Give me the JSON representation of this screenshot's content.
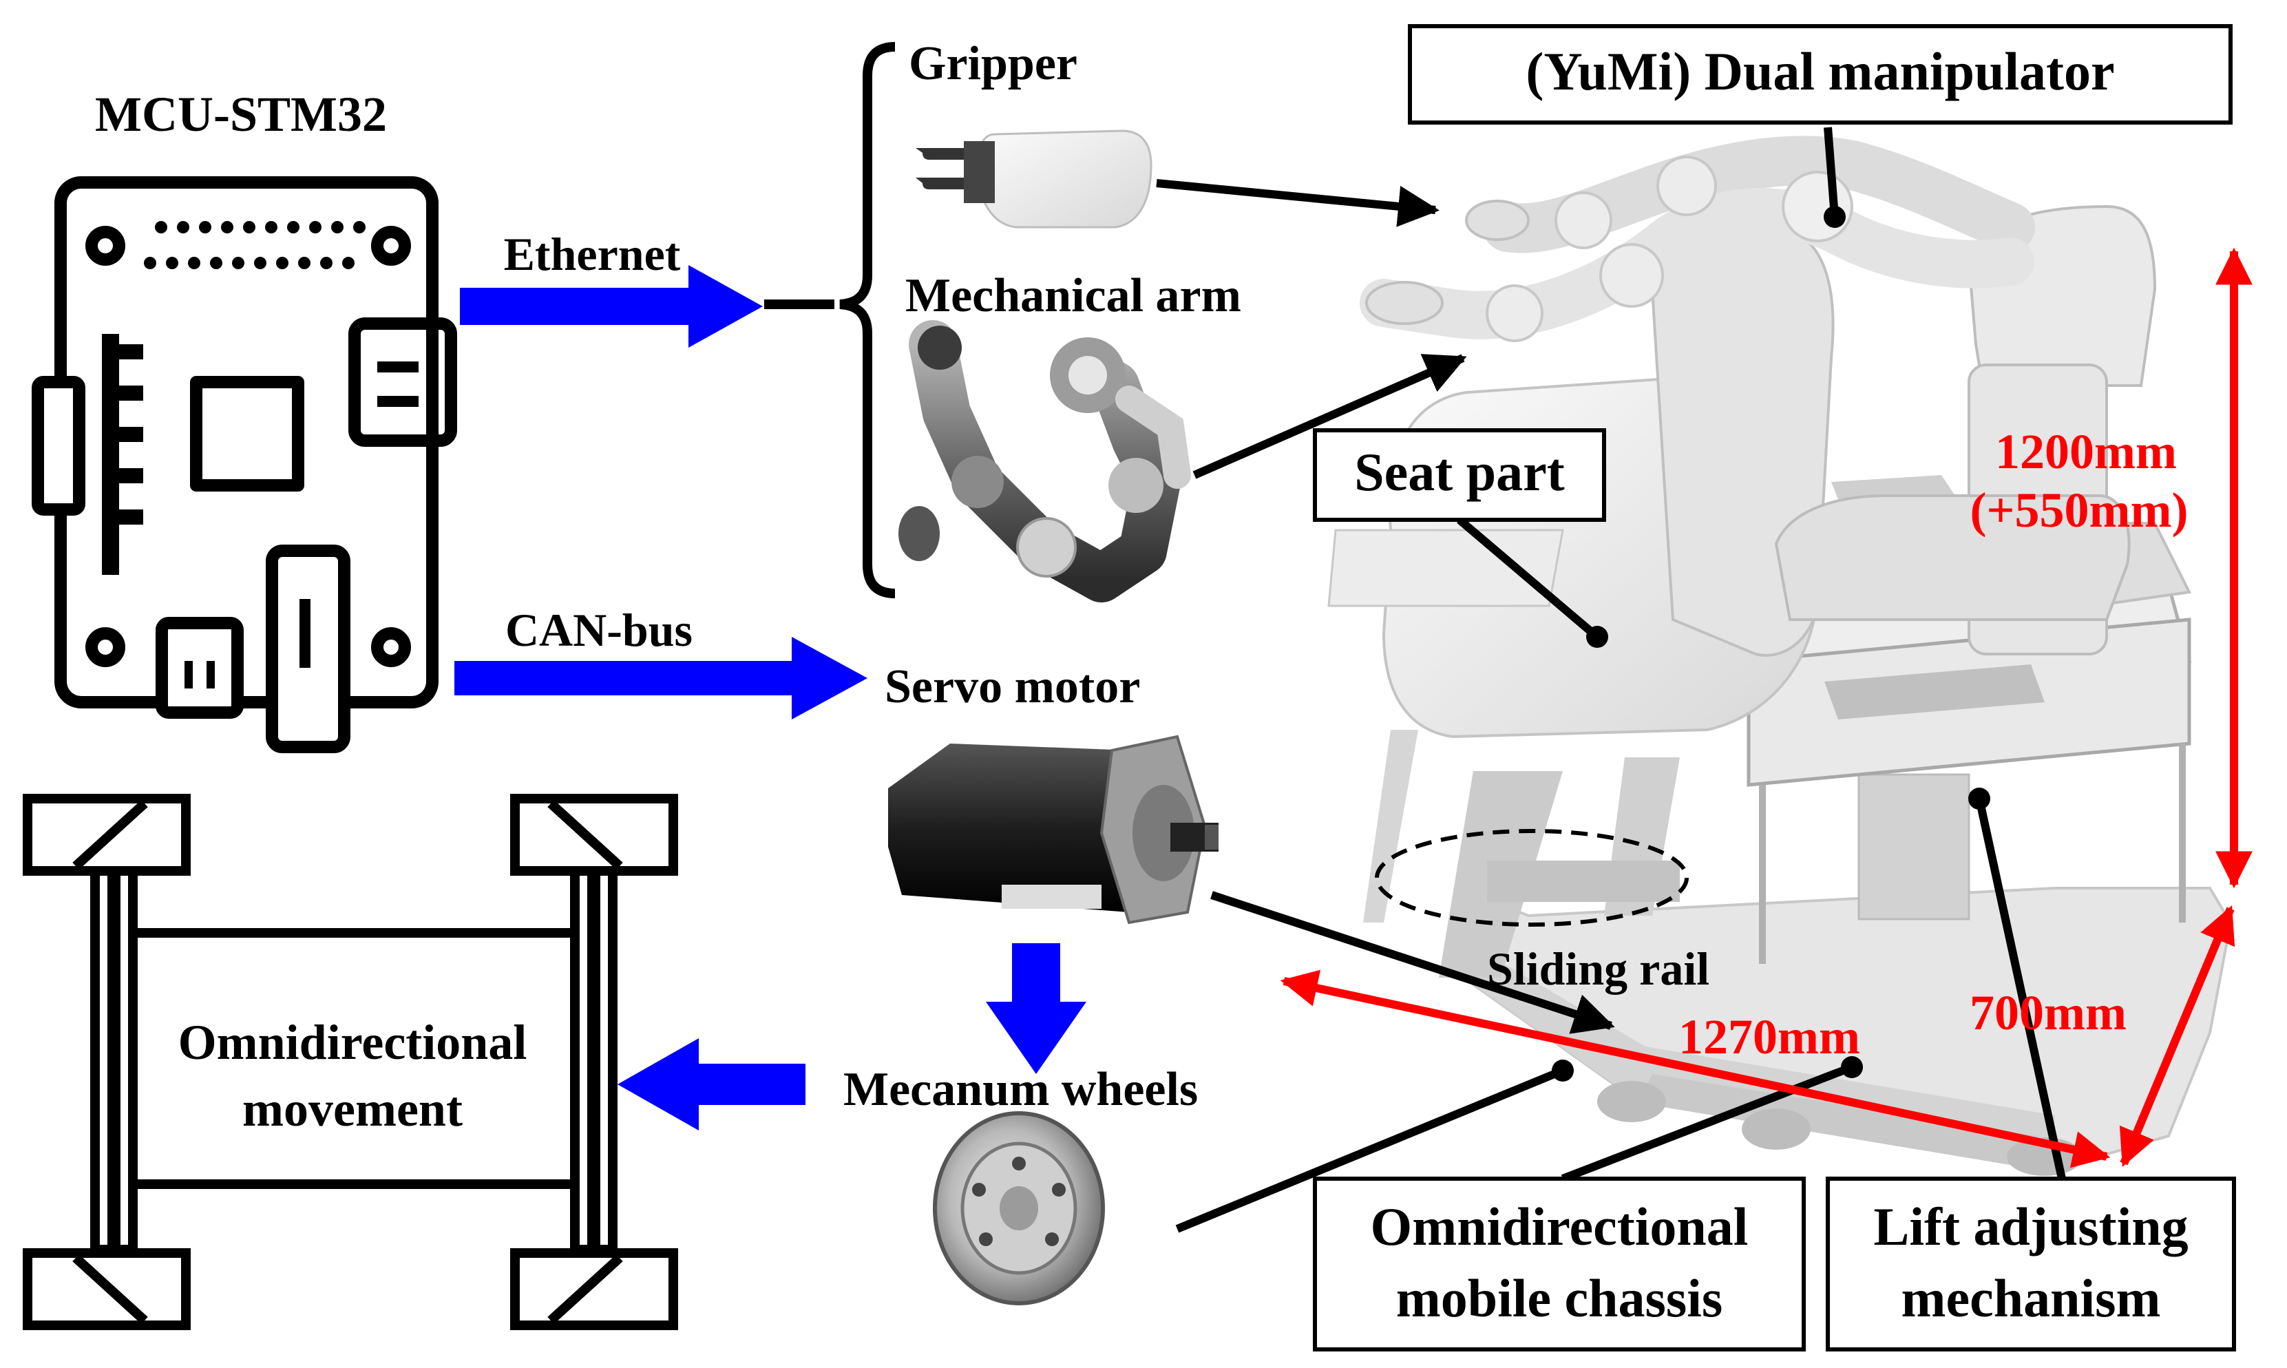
{
  "labels": {
    "mcu": "MCU-STM32",
    "ethernet": "Ethernet",
    "can_bus": "CAN-bus",
    "gripper": "Gripper",
    "mechanical_arm": "Mechanical arm",
    "servo_motor": "Servo motor",
    "mecanum_wheels": "Mecanum wheels",
    "omni_movement_line1": "Omnidirectional",
    "omni_movement_line2": "movement",
    "yumi": "(YuMi) Dual manipulator",
    "seat_part": "Seat part",
    "sliding_rail": "Sliding rail",
    "omni_chassis_line1": "Omnidirectional",
    "omni_chassis_line2": "mobile chassis",
    "lift_line1": "Lift adjusting",
    "lift_line2": "mechanism"
  },
  "dimensions": {
    "height_main": "1200mm",
    "height_extra": "(+550mm)",
    "width": "1270mm",
    "depth": "700mm"
  },
  "colors": {
    "signal_arrow": "#0000ff",
    "dimension": "#ff0000",
    "stroke": "#000000"
  }
}
